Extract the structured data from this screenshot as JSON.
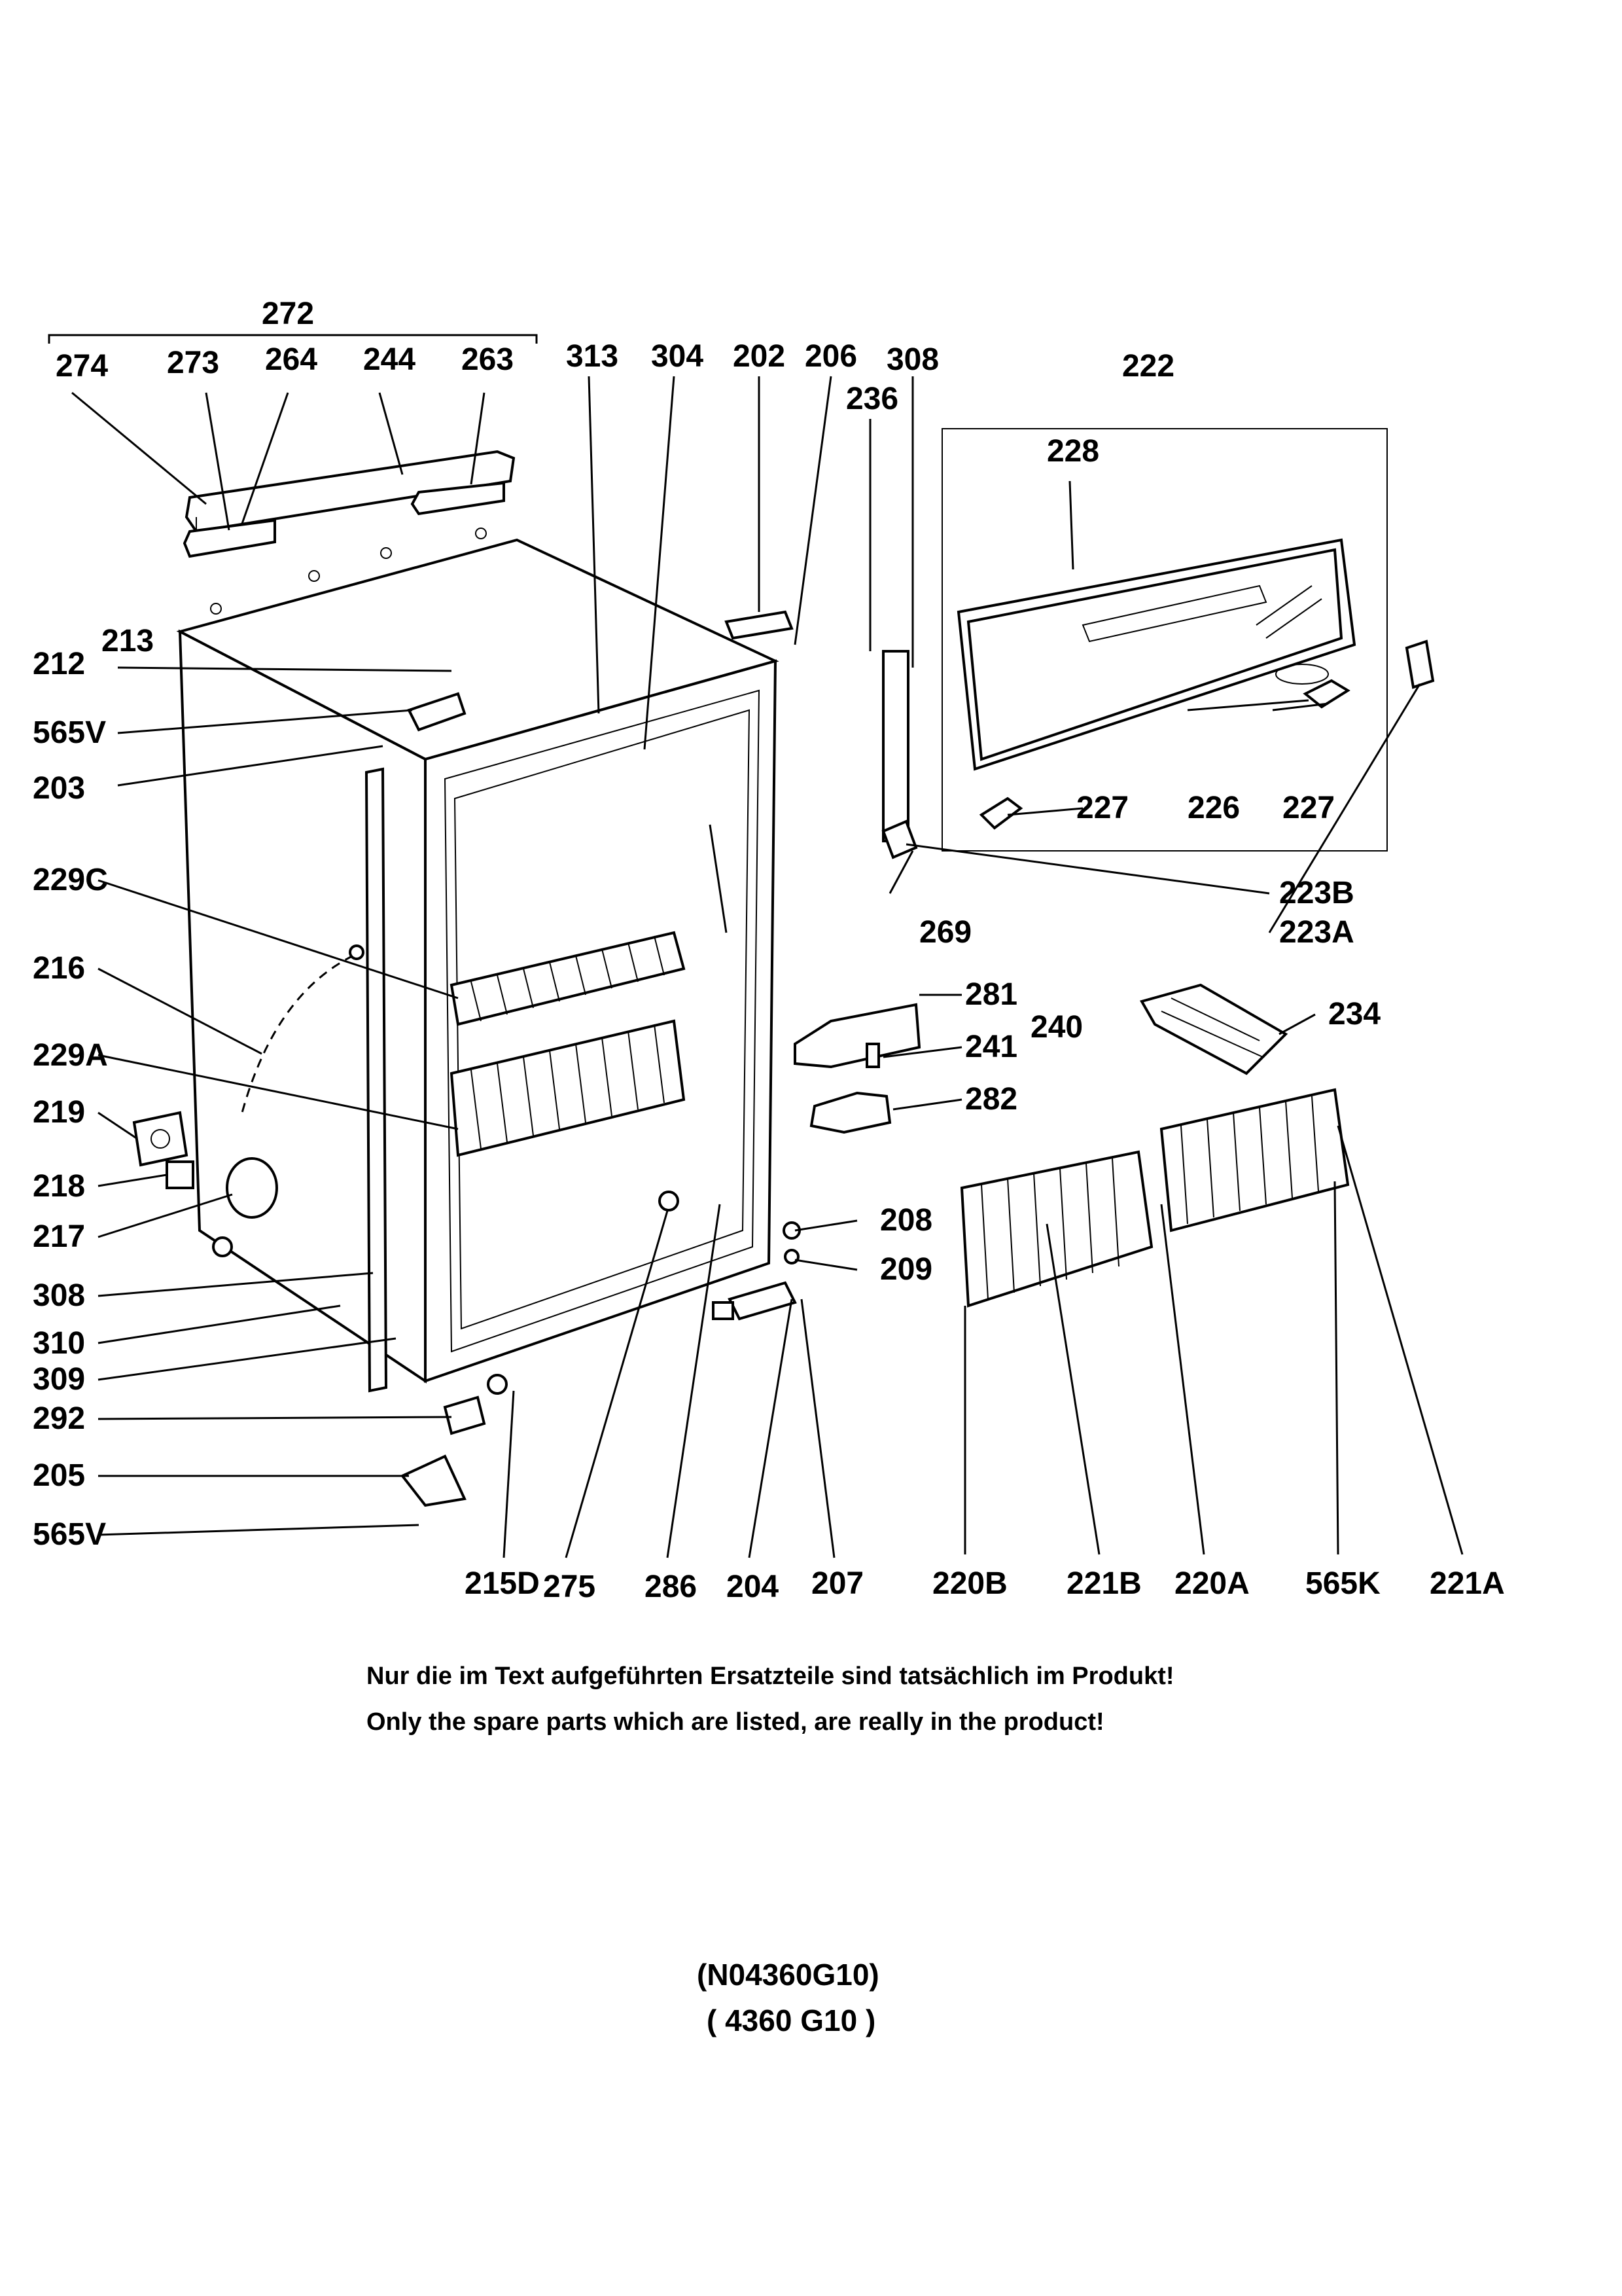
{
  "labels": {
    "l272": "272",
    "l274": "274",
    "l273": "273",
    "l264": "264",
    "l244": "244",
    "l263": "263",
    "l313": "313",
    "l304": "304",
    "l202": "202",
    "l206": "206",
    "l308a": "308",
    "l236": "236",
    "l222": "222",
    "l228": "228",
    "l212": "212",
    "l213": "213",
    "l565v_top": "565V",
    "l203": "203",
    "l227a": "227",
    "l226": "226",
    "l227b": "227",
    "l229c": "229C",
    "l223b": "223B",
    "l269": "269",
    "l223a": "223A",
    "l216": "216",
    "l281": "281",
    "l240": "240",
    "l241": "241",
    "l234": "234",
    "l229a": "229A",
    "l282": "282",
    "l219": "219",
    "l218": "218",
    "l217": "217",
    "l208": "208",
    "l209": "209",
    "l308b": "308",
    "l310": "310",
    "l309": "309",
    "l292": "292",
    "l205": "205",
    "l565v_bot": "565V",
    "l215d": "215D",
    "l275": "275",
    "l286": "286",
    "l204": "204",
    "l207": "207",
    "l220b": "220B",
    "l221b": "221B",
    "l220a": "220A",
    "l565k": "565K",
    "l221a": "221A"
  },
  "notes": {
    "de": "Nur die im Text aufgeführten Ersatzteile sind tatsächlich im Produkt!",
    "en": "Only the spare parts which are listed, are really in the product!"
  },
  "codes": {
    "code1": "(N04360G10)",
    "code2": "( 4360  G10 )"
  }
}
